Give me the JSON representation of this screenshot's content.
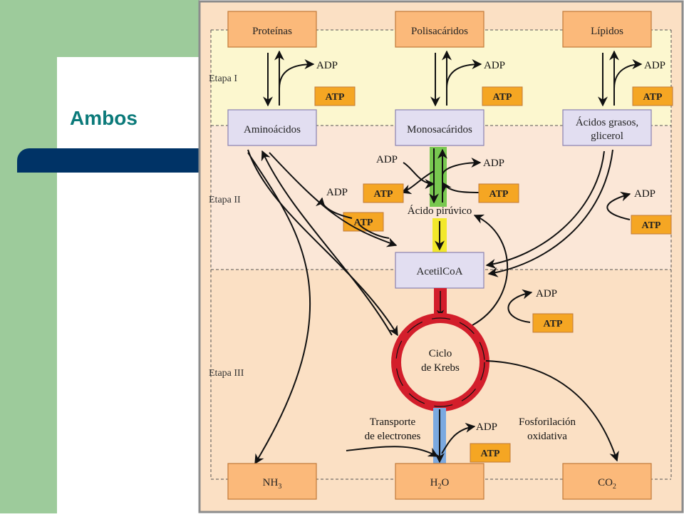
{
  "slide": {
    "title": "Ambos",
    "colors": {
      "green_panel": "#9dcb9b",
      "navy_bar": "#003366",
      "title_teal": "#0b7a7a"
    }
  },
  "diagram": {
    "stages": [
      "Etapa I",
      "Etapa II",
      "Etapa III"
    ],
    "macromolecules": [
      "Proteínas",
      "Polisacáridos",
      "Lípidos"
    ],
    "monomers": [
      "Aminoácidos",
      "Monosacáridos",
      "Ácidos grasos,",
      "glicerol"
    ],
    "pyruvate": "Ácido pirúvico",
    "acetylcoa": "AcetilCoA",
    "krebs": [
      "Ciclo",
      "de Krebs"
    ],
    "transport": [
      "Transporte",
      "de electrones"
    ],
    "phosphorylation": [
      "Fosforilación",
      "oxidativa"
    ],
    "adp": "ADP",
    "atp": "ATP",
    "products": [
      {
        "main": "NH",
        "sub": "3"
      },
      {
        "main": "H",
        "sub": "2",
        "rest": "O"
      },
      {
        "main": "CO",
        "sub": "2"
      }
    ],
    "colors": {
      "box_orange": "#fbb97a",
      "box_purple": "#e2def1",
      "atp_orange": "#f5a623",
      "stage1_bg": "#fcf7cf",
      "stage2_bg": "#fbe7d7",
      "stage3_bg": "#fbe0c4",
      "krebs_red": "#d31e2b",
      "green_arrow": "#78c850",
      "yellow_arrow": "#f2e82b",
      "blue_arrow": "#7ba9e0"
    }
  }
}
